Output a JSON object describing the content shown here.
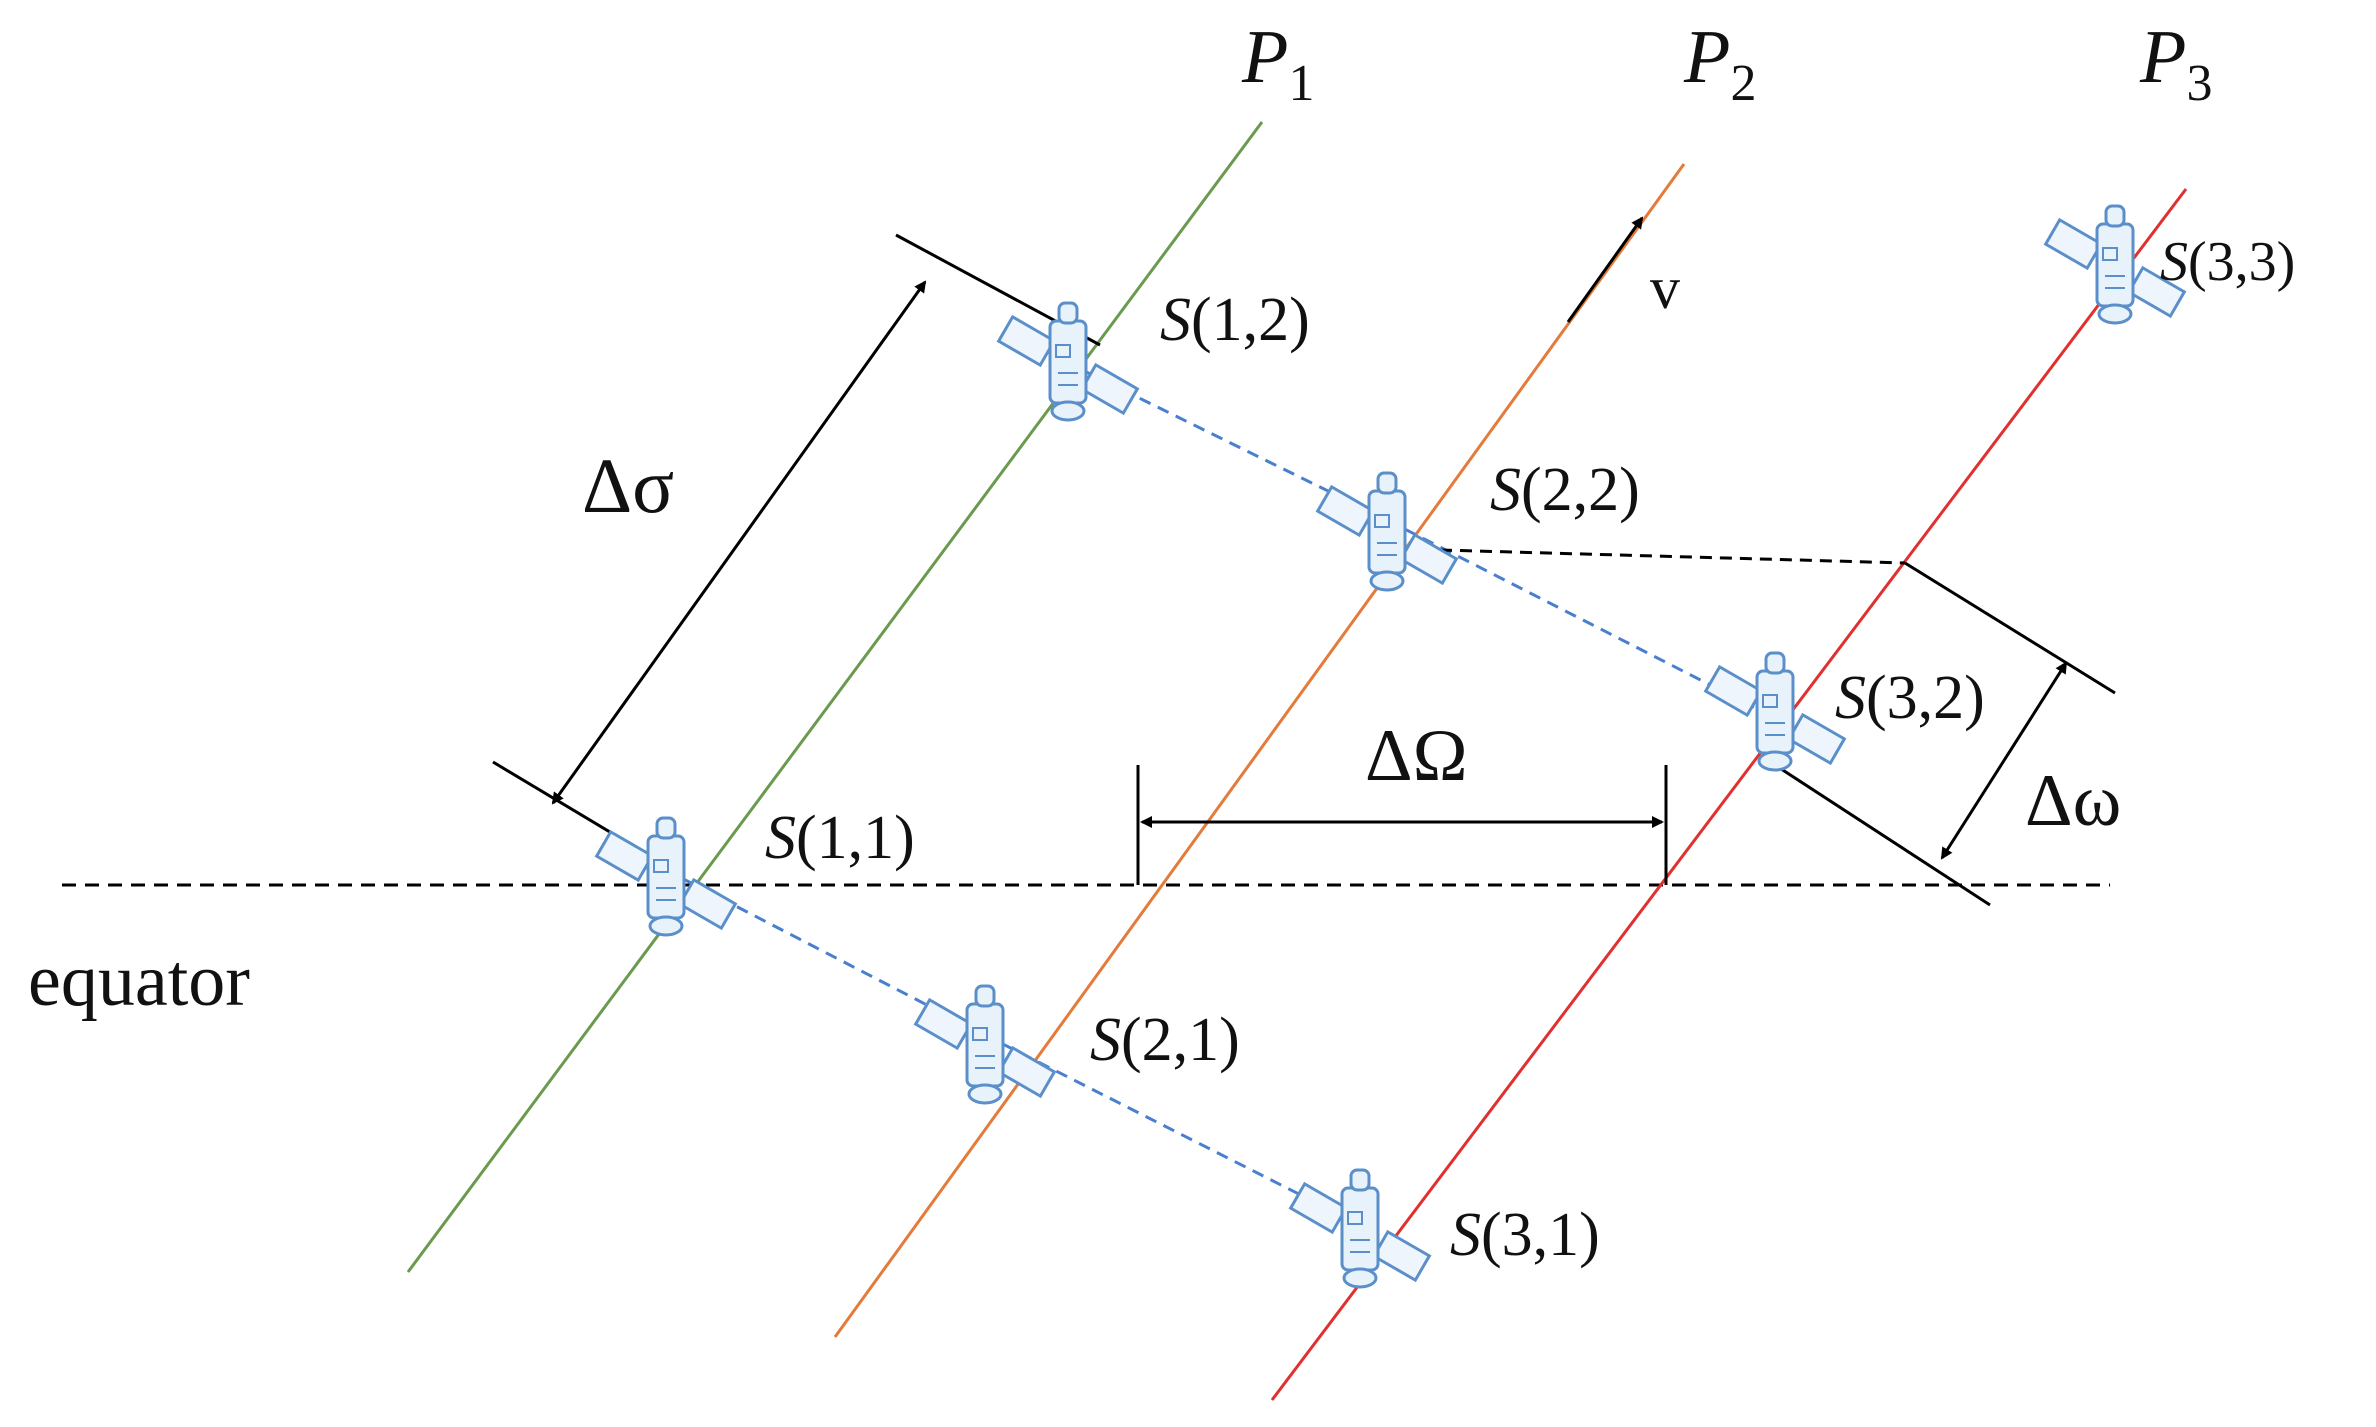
{
  "planes": [
    {
      "label": "P",
      "sub": "1",
      "color": "#6a9a4e"
    },
    {
      "label": "P",
      "sub": "2",
      "color": "#e47b3a"
    },
    {
      "label": "P",
      "sub": "3",
      "color": "#e03030"
    }
  ],
  "satellites": [
    {
      "name": "S",
      "index": "(1,1)"
    },
    {
      "name": "S",
      "index": "(1,2)"
    },
    {
      "name": "S",
      "index": "(2,1)"
    },
    {
      "name": "S",
      "index": "(2,2)"
    },
    {
      "name": "S",
      "index": "(3,1)"
    },
    {
      "name": "S",
      "index": "(3,2)"
    },
    {
      "name": "S",
      "index": "(3,3)"
    }
  ],
  "annotations": {
    "equator": "equator",
    "velocity": "v",
    "delta_sigma": "Δσ",
    "delta_Omega": "ΔΩ",
    "delta_omega": "Δω"
  },
  "colors": {
    "link_dashed": "#4a7fd0",
    "dimension": "#000000",
    "satellite_outline": "#5b8fc9"
  }
}
